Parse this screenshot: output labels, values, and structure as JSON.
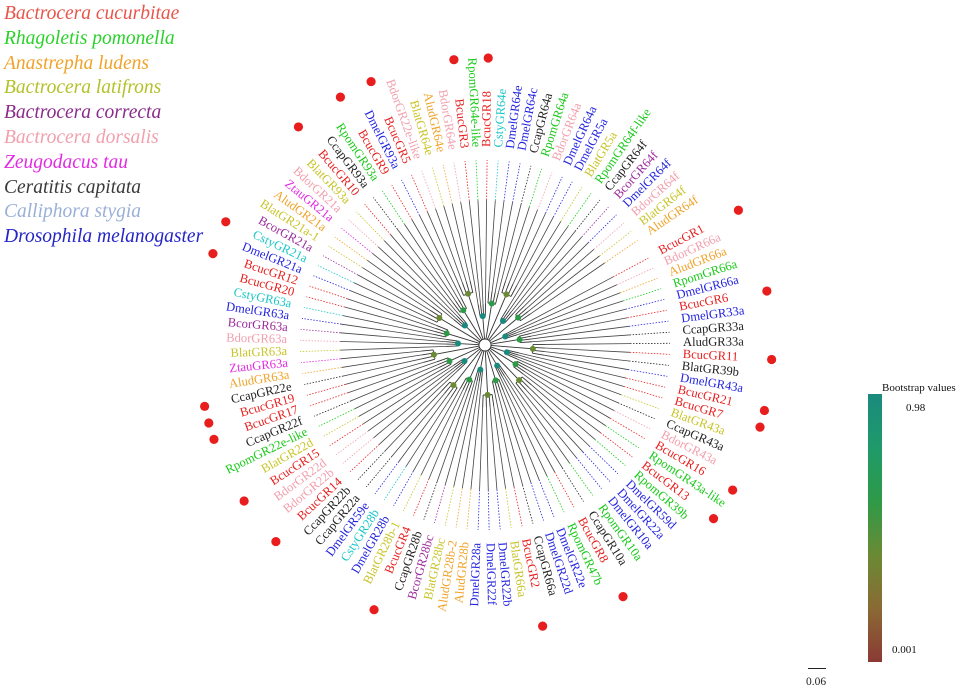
{
  "legend": [
    {
      "name": "Bactrocera cucurbitae",
      "color": "#e8554a"
    },
    {
      "name": "Rhagoletis pomonella",
      "color": "#2bd12b"
    },
    {
      "name": "Anastrepha ludens",
      "color": "#f0a32a"
    },
    {
      "name": "Bactrocera latifrons",
      "color": "#b3c229"
    },
    {
      "name": "Bactrocera correcta",
      "color": "#8b2b8b"
    },
    {
      "name": "Bactrocera dorsalis",
      "color": "#f2a0ad"
    },
    {
      "name": "Zeugodacus tau",
      "color": "#e22be2"
    },
    {
      "name": "Ceratitis capitata",
      "color": "#3a3a3a"
    },
    {
      "name": "Calliphora stygia",
      "color": "#9ab0d8"
    },
    {
      "name": "Drosophila melanogaster",
      "color": "#2424c8"
    }
  ],
  "species_colors": {
    "Bcuc": "#e81e1e",
    "Rpom": "#19c919",
    "Alud": "#f0a32a",
    "Blat": "#c8c428",
    "Bcor": "#9b2b9b",
    "Bdor": "#f2a0ad",
    "Ztau": "#e22be2",
    "Ccap": "#222222",
    "Csty": "#1cc7c7",
    "Dmel": "#2424e0"
  },
  "leaves": [
    {
      "label": "BcucGR1",
      "sp": "Bcuc",
      "marked": true
    },
    {
      "label": "BdorGR66a",
      "sp": "Bdor",
      "marked": false
    },
    {
      "label": "AludGR66a",
      "sp": "Alud",
      "marked": false
    },
    {
      "label": "RpomGR66a",
      "sp": "Rpom",
      "marked": false
    },
    {
      "label": "DmelGR66a",
      "sp": "Dmel",
      "marked": false
    },
    {
      "label": "BcucGR6",
      "sp": "Bcuc",
      "marked": true
    },
    {
      "label": "DmelGR33a",
      "sp": "Dmel",
      "marked": false
    },
    {
      "label": "CcapGR33a",
      "sp": "Ccap",
      "marked": false
    },
    {
      "label": "AludGR33a",
      "sp": "Ccap",
      "marked": false
    },
    {
      "label": "BcucGR11",
      "sp": "Bcuc",
      "marked": true
    },
    {
      "label": "BlatGR39b",
      "sp": "Ccap",
      "marked": false
    },
    {
      "label": "DmelGR43a",
      "sp": "Dmel",
      "marked": false
    },
    {
      "label": "BcucGR21",
      "sp": "Bcuc",
      "marked": true
    },
    {
      "label": "BcucGR7",
      "sp": "Bcuc",
      "marked": true
    },
    {
      "label": "BlatGR43a",
      "sp": "Blat",
      "marked": false
    },
    {
      "label": "CcapGR43a",
      "sp": "Ccap",
      "marked": false
    },
    {
      "label": "BdorGR43a",
      "sp": "Bdor",
      "marked": false
    },
    {
      "label": "BcucGR16",
      "sp": "Bcuc",
      "marked": true
    },
    {
      "label": "RpomGR43a-like",
      "sp": "Rpom",
      "marked": false
    },
    {
      "label": "BcucGR13",
      "sp": "Bcuc",
      "marked": true
    },
    {
      "label": "RpomGR39b",
      "sp": "Rpom",
      "marked": false
    },
    {
      "label": "DmelGR59d",
      "sp": "Dmel",
      "marked": false
    },
    {
      "label": "DmelGR22a",
      "sp": "Dmel",
      "marked": false
    },
    {
      "label": "DmelGR10a",
      "sp": "Dmel",
      "marked": false
    },
    {
      "label": "RpomGR10a",
      "sp": "Rpom",
      "marked": false
    },
    {
      "label": "CcapGR10a",
      "sp": "Ccap",
      "marked": false
    },
    {
      "label": "BcucGR8",
      "sp": "Bcuc",
      "marked": true
    },
    {
      "label": "RpomGR47b",
      "sp": "Rpom",
      "marked": false
    },
    {
      "label": "DmelGR22e",
      "sp": "Dmel",
      "marked": false
    },
    {
      "label": "DmelGR22d",
      "sp": "Dmel",
      "marked": false
    },
    {
      "label": "CcapGR66a",
      "sp": "Ccap",
      "marked": false
    },
    {
      "label": "BcucGR2",
      "sp": "Bcuc",
      "marked": true
    },
    {
      "label": "BlatGR66a",
      "sp": "Blat",
      "marked": false
    },
    {
      "label": "DmelGR22b",
      "sp": "Dmel",
      "marked": false
    },
    {
      "label": "DmelGR22f",
      "sp": "Dmel",
      "marked": false
    },
    {
      "label": "DmelGR28a",
      "sp": "Dmel",
      "marked": false
    },
    {
      "label": "AludGR28b",
      "sp": "Alud",
      "marked": false
    },
    {
      "label": "AludGR28b-2",
      "sp": "Alud",
      "marked": false
    },
    {
      "label": "BlatGR28bc",
      "sp": "Blat",
      "marked": false
    },
    {
      "label": "BcorGR28bc",
      "sp": "Bcor",
      "marked": false
    },
    {
      "label": "CcapGR28b",
      "sp": "Ccap",
      "marked": false
    },
    {
      "label": "BcucGR4",
      "sp": "Bcuc",
      "marked": true
    },
    {
      "label": "BlatGR28b-1",
      "sp": "Blat",
      "marked": false
    },
    {
      "label": "DmelGR28b",
      "sp": "Dmel",
      "marked": false
    },
    {
      "label": "CstyGR28b",
      "sp": "Csty",
      "marked": false
    },
    {
      "label": "DmelGR59e",
      "sp": "Dmel",
      "marked": false
    },
    {
      "label": "CcapGR22a",
      "sp": "Ccap",
      "marked": false
    },
    {
      "label": "CcapGR22b",
      "sp": "Ccap",
      "marked": false
    },
    {
      "label": "BcucGR14",
      "sp": "Bcuc",
      "marked": true
    },
    {
      "label": "BdorGR22b",
      "sp": "Bdor",
      "marked": false
    },
    {
      "label": "BdorGR22d",
      "sp": "Bdor",
      "marked": false
    },
    {
      "label": "BcucGR15",
      "sp": "Bcuc",
      "marked": true
    },
    {
      "label": "BlatGR22d",
      "sp": "Blat",
      "marked": false
    },
    {
      "label": "RpomGR22e-like",
      "sp": "Rpom",
      "marked": false
    },
    {
      "label": "CcapGR22f",
      "sp": "Ccap",
      "marked": false
    },
    {
      "label": "BcucGR17",
      "sp": "Bcuc",
      "marked": true
    },
    {
      "label": "BcucGR19",
      "sp": "Bcuc",
      "marked": true
    },
    {
      "label": "CcapGR22e",
      "sp": "Ccap",
      "marked": true
    },
    {
      "label": "AludGR63a",
      "sp": "Alud",
      "marked": false
    },
    {
      "label": "ZtauGR63a",
      "sp": "Ztau",
      "marked": false
    },
    {
      "label": "BlatGR63a",
      "sp": "Blat",
      "marked": false
    },
    {
      "label": "BdorGR63a",
      "sp": "Bdor",
      "marked": false
    },
    {
      "label": "BcorGR63a",
      "sp": "Bcor",
      "marked": false
    },
    {
      "label": "DmelGR63a",
      "sp": "Dmel",
      "marked": false
    },
    {
      "label": "CstyGR63a",
      "sp": "Csty",
      "marked": false
    },
    {
      "label": "BcucGR20",
      "sp": "Bcuc",
      "marked": false
    },
    {
      "label": "BcucGR12",
      "sp": "Bcuc",
      "marked": true
    },
    {
      "label": "DmelGR21a",
      "sp": "Dmel",
      "marked": false
    },
    {
      "label": "CstyGR21a",
      "sp": "Csty",
      "marked": true
    },
    {
      "label": "BcorGR21a",
      "sp": "Bcor",
      "marked": false
    },
    {
      "label": "BlatGR21a-1",
      "sp": "Blat",
      "marked": false
    },
    {
      "label": "AludGR21a",
      "sp": "Alud",
      "marked": false
    },
    {
      "label": "ZtauGR21a",
      "sp": "Ztau",
      "marked": false
    },
    {
      "label": "BdorGR21a",
      "sp": "Bdor",
      "marked": false
    },
    {
      "label": "BlatGR93a",
      "sp": "Blat",
      "marked": false
    },
    {
      "label": "BcucGR10",
      "sp": "Bcuc",
      "marked": true
    },
    {
      "label": "CcapGR93a",
      "sp": "Ccap",
      "marked": false
    },
    {
      "label": "RpomGR93a",
      "sp": "Rpom",
      "marked": false
    },
    {
      "label": "BcucGR9",
      "sp": "Bcuc",
      "marked": true
    },
    {
      "label": "DmelGR93a",
      "sp": "Dmel",
      "marked": false
    },
    {
      "label": "BcucGR5",
      "sp": "Bcuc",
      "marked": true
    },
    {
      "label": "BdorGR22e-like",
      "sp": "Bdor",
      "marked": false
    },
    {
      "label": "BlatGR64e",
      "sp": "Blat",
      "marked": false
    },
    {
      "label": "AludGR64e",
      "sp": "Alud",
      "marked": false
    },
    {
      "label": "BdorGR64e",
      "sp": "Bdor",
      "marked": false
    },
    {
      "label": "BcucGR3",
      "sp": "Bcuc",
      "marked": true
    },
    {
      "label": "RpomGR64e-like",
      "sp": "Rpom",
      "marked": false
    },
    {
      "label": "BcucGR18",
      "sp": "Bcuc",
      "marked": true
    },
    {
      "label": "CstyGR64e",
      "sp": "Csty",
      "marked": false
    },
    {
      "label": "DmelGR64e",
      "sp": "Dmel",
      "marked": false
    },
    {
      "label": "DmelGR64c",
      "sp": "Dmel",
      "marked": false
    },
    {
      "label": "CcapGR64a",
      "sp": "Ccap",
      "marked": false
    },
    {
      "label": "RpomGR64a",
      "sp": "Rpom",
      "marked": false
    },
    {
      "label": "BdorGR64a",
      "sp": "Bdor",
      "marked": false
    },
    {
      "label": "DmelGR64a",
      "sp": "Dmel",
      "marked": false
    },
    {
      "label": "DmelGR5a",
      "sp": "Dmel",
      "marked": false
    },
    {
      "label": "BlatGR5a",
      "sp": "Blat",
      "marked": false
    },
    {
      "label": "RpomGR64f-like",
      "sp": "Rpom",
      "marked": false
    },
    {
      "label": "CcapGR64f",
      "sp": "Ccap",
      "marked": false
    },
    {
      "label": "BcorGR64f",
      "sp": "Bcor",
      "marked": false
    },
    {
      "label": "DmelGR64f",
      "sp": "Dmel",
      "marked": false
    },
    {
      "label": "BdorGR64f",
      "sp": "Bdor",
      "marked": false
    },
    {
      "label": "BlatGR64f",
      "sp": "Blat",
      "marked": false
    },
    {
      "label": "AludGR64f",
      "sp": "Alud",
      "marked": false
    }
  ],
  "colorbar": {
    "title": "Bootstrap values",
    "max": "0.98",
    "min": "0.001"
  },
  "scale_bar": {
    "label": "0.06"
  }
}
